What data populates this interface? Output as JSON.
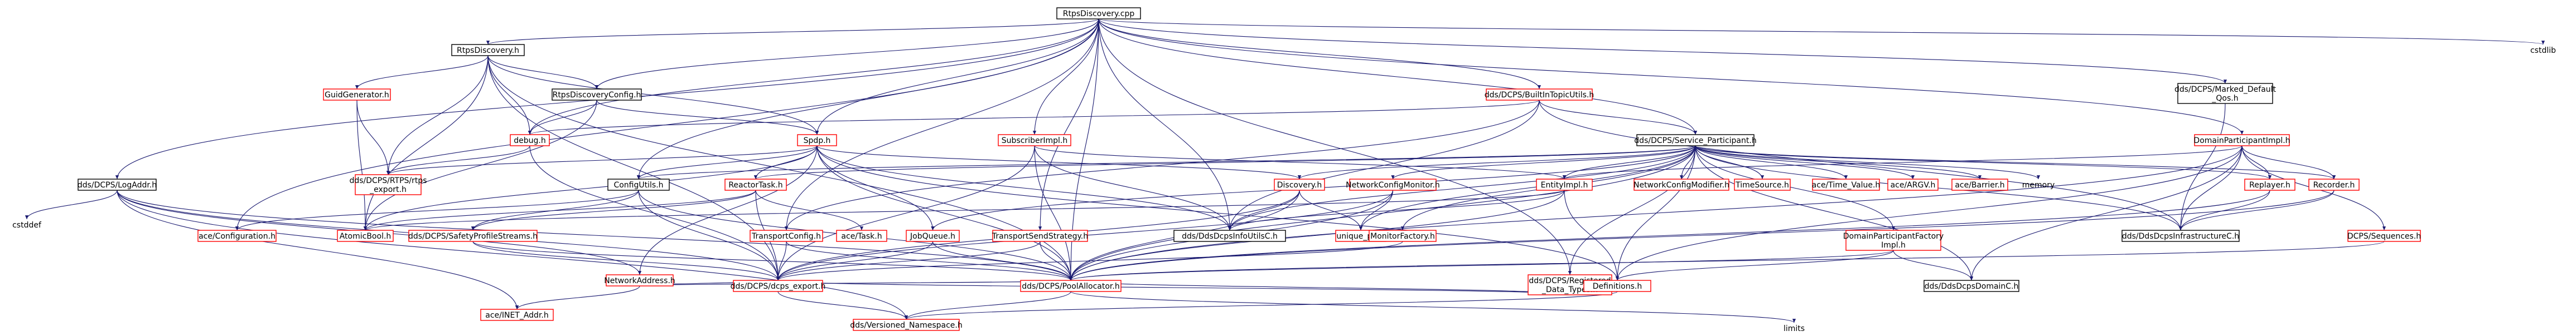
{
  "colors": {
    "edge": "#191970",
    "normal_border": "#000000",
    "missing_border": "#ff0000",
    "root_fill": "#bfbfbf",
    "node_fill": "#ffffff"
  },
  "nodes": {
    "root": "RtpsDiscovery.cpp",
    "rtps_disc_h": "RtpsDiscovery.h",
    "rtps_disc_cfg": "RtpsDiscoveryConfig.h",
    "guid_gen": "GuidGenerator.h",
    "debug": "debug.h",
    "rtps_export": [
      "dds/DCPS/RTPS/rtps",
      "_export.h"
    ],
    "spdp": "Spdp.h",
    "log_addr": "dds/DCPS/LogAddr.h",
    "cstddef": "cstddef",
    "config_utils": "ConfigUtils.h",
    "ace_config": "ace/Configuration.h",
    "atomic_bool": "AtomicBool.h",
    "reactor_task": "ReactorTask.h",
    "ace_task": "ace/Task.h",
    "safety_streams": "dds/DCPS/SafetyProfileStreams.h",
    "net_address": "NetworkAddress.h",
    "ace_inet": "ace/INET_Addr.h",
    "dcps_export": "dds/DCPS/dcps_export.h",
    "versioned_ns": "dds/Versioned_Namespace.h",
    "pool_alloc": "dds/DCPS/PoolAllocator.h",
    "limits": "limits",
    "builtin_utils": "dds/DCPS/BuiltInTopicUtils.h",
    "subscriber_impl": "SubscriberImpl.h",
    "transport_config": "TransportConfig.h",
    "transport_send": "TransportSendStrategy.h",
    "job_queue": "JobQueue.h",
    "service_participant": "dds/DCPS/Service_Participant.h",
    "discovery": "Discovery.h",
    "dcps_info_utils": "dds/DdsDcpsInfoUtilsC.h",
    "unique_ptr": "unique_ptr.h",
    "network_config_monitor": "NetworkConfigMonitor.h",
    "monitor_factory": "MonitorFactory.h",
    "registered_data_types": [
      "dds/DCPS/Registered",
      "_Data_Types.h"
    ],
    "entity_impl": "EntityImpl.h",
    "network_config_modifier": "NetworkConfigModifier.h",
    "time_source": "TimeSource.h",
    "ace_time_value": "ace/Time_Value.h",
    "ace_argv": "ace/ARGV.h",
    "ace_barrier": "ace/Barrier.h",
    "memory": "memory",
    "dp_factory_impl": [
      "DomainParticipantFactory",
      "Impl.h"
    ],
    "definitions": "Definitions.h",
    "dds_dcps_domain": "dds/DdsDcpsDomainC.h",
    "dp_impl": "DomainParticipantImpl.h",
    "replayer": "Replayer.h",
    "recorder": "Recorder.h",
    "dcps_infra": "dds/DdsDcpsInfrastructureC.h",
    "dcps_sequences": "DCPS/Sequences.h",
    "marked_default_qos": [
      "dds/DCPS/Marked_Default",
      "_Qos.h"
    ],
    "cstdlib": "cstdlib"
  }
}
